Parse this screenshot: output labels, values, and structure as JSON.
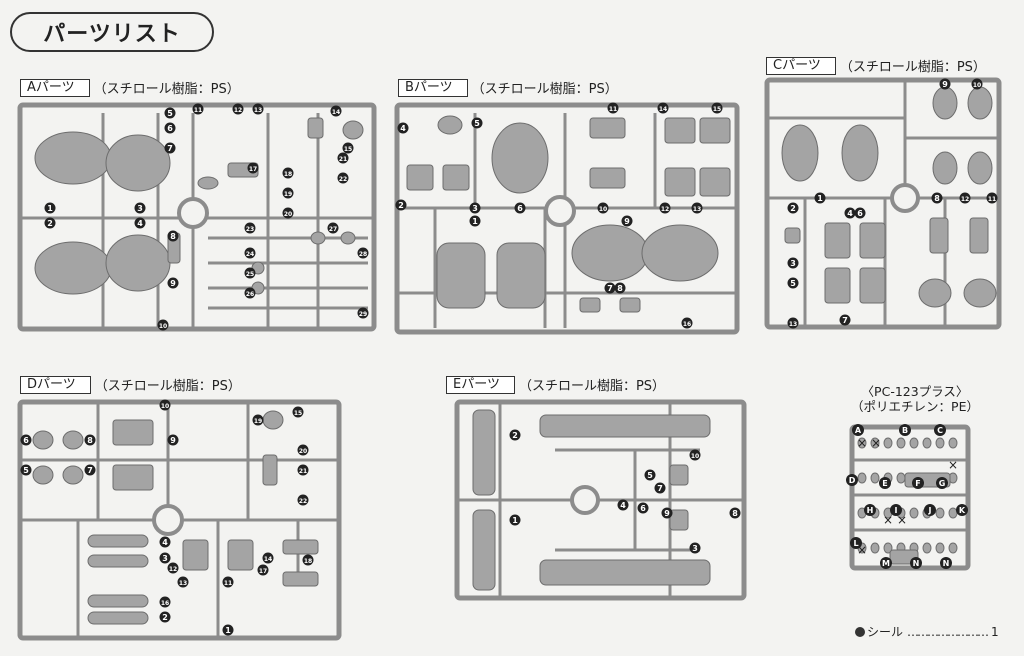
{
  "title": "パーツリスト",
  "sections": [
    {
      "id": "A",
      "label": "Aパーツ",
      "material": "（スチロール樹脂：PS）",
      "markers": [
        "5",
        "6",
        "7",
        "11",
        "12",
        "13",
        "14",
        "15",
        "1",
        "2",
        "3",
        "4",
        "8",
        "9",
        "10",
        "17",
        "18",
        "19",
        "20",
        "21",
        "22",
        "23",
        "24",
        "25",
        "26",
        "27",
        "28",
        "29"
      ]
    },
    {
      "id": "B",
      "label": "Bパーツ",
      "material": "（スチロール樹脂：PS）",
      "markers": [
        "4",
        "5",
        "11",
        "14",
        "15",
        "2",
        "3",
        "1",
        "6",
        "10",
        "12",
        "13",
        "9",
        "7",
        "8",
        "16"
      ]
    },
    {
      "id": "C",
      "label": "Cパーツ",
      "material": "（スチロール樹脂：PS）",
      "markers": [
        "9",
        "10",
        "8",
        "12",
        "11",
        "1",
        "2",
        "4",
        "6",
        "3",
        "5",
        "7",
        "13"
      ]
    },
    {
      "id": "D",
      "label": "Dパーツ",
      "material": "（スチロール樹脂：PS）",
      "markers": [
        "6",
        "8",
        "5",
        "7",
        "10",
        "9",
        "20",
        "21",
        "22",
        "19",
        "4",
        "3",
        "12",
        "13",
        "11",
        "14",
        "17",
        "16",
        "2",
        "1",
        "15",
        "18"
      ]
    },
    {
      "id": "E",
      "label": "Eパーツ",
      "material": "（スチロール樹脂：PS）",
      "markers": [
        "2",
        "1",
        "10",
        "5",
        "7",
        "4",
        "6",
        "9",
        "8",
        "3"
      ]
    }
  ],
  "pe": {
    "name": "〈PC-123プラス〉",
    "material": "（ポリエチレン：PE）",
    "letters": [
      "A",
      "B",
      "C",
      "D",
      "E",
      "F",
      "G",
      "H",
      "I",
      "J",
      "K",
      "L",
      "M",
      "N",
      "N"
    ]
  },
  "seal": {
    "label": "シール",
    "dots": "……………………",
    "count": "1"
  }
}
